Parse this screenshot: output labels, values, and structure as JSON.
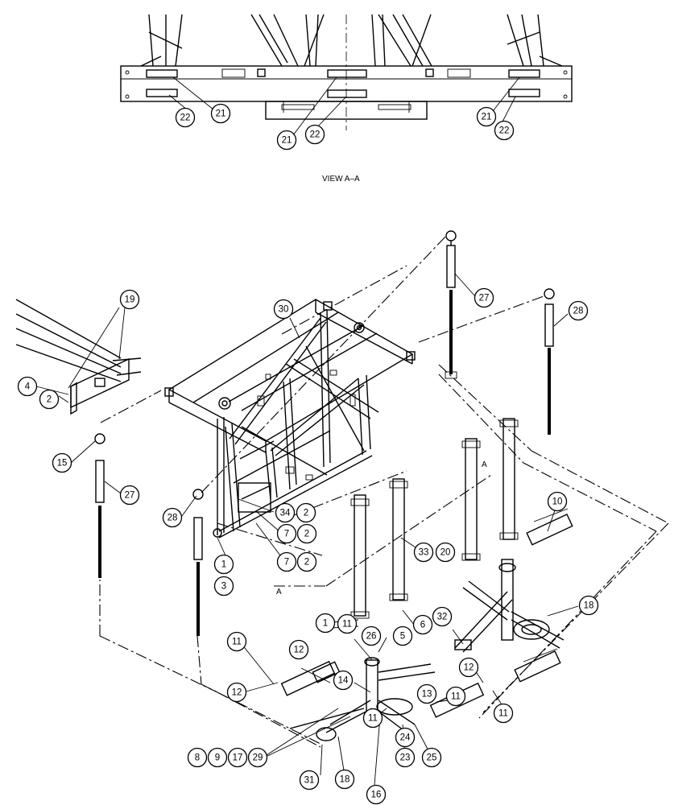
{
  "view_label": "VIEW A–A",
  "section_marks": [
    "A",
    "A"
  ],
  "balloons": [
    {
      "id": "b-22a",
      "text": "22"
    },
    {
      "id": "b-21a",
      "text": "21"
    },
    {
      "id": "b-21b",
      "text": "21"
    },
    {
      "id": "b-22b",
      "text": "22"
    },
    {
      "id": "b-21c",
      "text": "21"
    },
    {
      "id": "b-22c",
      "text": "22"
    },
    {
      "id": "b-19",
      "text": "19"
    },
    {
      "id": "b-30",
      "text": "30"
    },
    {
      "id": "b-27a",
      "text": "27"
    },
    {
      "id": "b-28a",
      "text": "28"
    },
    {
      "id": "b-4",
      "text": "4"
    },
    {
      "id": "b-2a",
      "text": "2"
    },
    {
      "id": "b-15",
      "text": "15"
    },
    {
      "id": "b-27b",
      "text": "27"
    },
    {
      "id": "b-28b",
      "text": "28"
    },
    {
      "id": "b-34",
      "text": "34"
    },
    {
      "id": "b-2b",
      "text": "2"
    },
    {
      "id": "b-7a",
      "text": "7"
    },
    {
      "id": "b-2c",
      "text": "2"
    },
    {
      "id": "b-7b",
      "text": "7"
    },
    {
      "id": "b-2d",
      "text": "2"
    },
    {
      "id": "b-1a",
      "text": "1"
    },
    {
      "id": "b-3",
      "text": "3"
    },
    {
      "id": "b-33",
      "text": "33"
    },
    {
      "id": "b-20",
      "text": "20"
    },
    {
      "id": "b-10",
      "text": "10"
    },
    {
      "id": "b-18a",
      "text": "18"
    },
    {
      "id": "b-32",
      "text": "32"
    },
    {
      "id": "b-6",
      "text": "6"
    },
    {
      "id": "b-1b",
      "text": "1"
    },
    {
      "id": "b-11a",
      "text": "11"
    },
    {
      "id": "b-11b",
      "text": "11"
    },
    {
      "id": "b-5",
      "text": "5"
    },
    {
      "id": "b-26",
      "text": "26"
    },
    {
      "id": "b-12a",
      "text": "12"
    },
    {
      "id": "b-12b",
      "text": "12"
    },
    {
      "id": "b-14",
      "text": "14"
    },
    {
      "id": "b-12c",
      "text": "12"
    },
    {
      "id": "b-13",
      "text": "13"
    },
    {
      "id": "b-11c",
      "text": "11"
    },
    {
      "id": "b-11d",
      "text": "11"
    },
    {
      "id": "b-11e",
      "text": "11"
    },
    {
      "id": "b-8",
      "text": "8"
    },
    {
      "id": "b-9",
      "text": "9"
    },
    {
      "id": "b-17",
      "text": "17"
    },
    {
      "id": "b-29",
      "text": "29"
    },
    {
      "id": "b-24",
      "text": "24"
    },
    {
      "id": "b-23",
      "text": "23"
    },
    {
      "id": "b-25",
      "text": "25"
    },
    {
      "id": "b-31",
      "text": "31"
    },
    {
      "id": "b-18b",
      "text": "18"
    },
    {
      "id": "b-16",
      "text": "16"
    }
  ]
}
